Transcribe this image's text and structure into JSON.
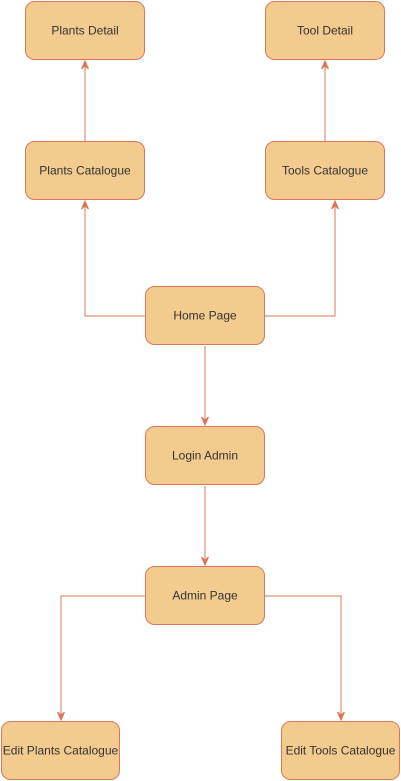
{
  "nodes": [
    {
      "id": "plants-detail",
      "label": "Plants Detail"
    },
    {
      "id": "tool-detail",
      "label": "Tool Detail"
    },
    {
      "id": "plants-catalogue",
      "label": "Plants Catalogue"
    },
    {
      "id": "tools-catalogue",
      "label": "Tools Catalogue"
    },
    {
      "id": "home-page",
      "label": "Home Page"
    },
    {
      "id": "login-admin",
      "label": "Login Admin"
    },
    {
      "id": "admin-page",
      "label": "Admin Page"
    },
    {
      "id": "edit-plants-catalogue",
      "label": "Edit Plants Catalogue"
    },
    {
      "id": "edit-tools-catalogue",
      "label": "Edit Tools Catalogue"
    }
  ],
  "edges": [
    {
      "from": "plants-catalogue",
      "to": "plants-detail"
    },
    {
      "from": "tools-catalogue",
      "to": "tool-detail"
    },
    {
      "from": "home-page",
      "to": "plants-catalogue"
    },
    {
      "from": "home-page",
      "to": "tools-catalogue"
    },
    {
      "from": "home-page",
      "to": "login-admin"
    },
    {
      "from": "login-admin",
      "to": "admin-page"
    },
    {
      "from": "admin-page",
      "to": "edit-plants-catalogue"
    },
    {
      "from": "admin-page",
      "to": "edit-tools-catalogue"
    }
  ],
  "colors": {
    "node_fill": "#f3cb8e",
    "node_stroke": "#d9775a",
    "edge": "#d9775a",
    "text": "#333333",
    "background": "#ffffff"
  }
}
